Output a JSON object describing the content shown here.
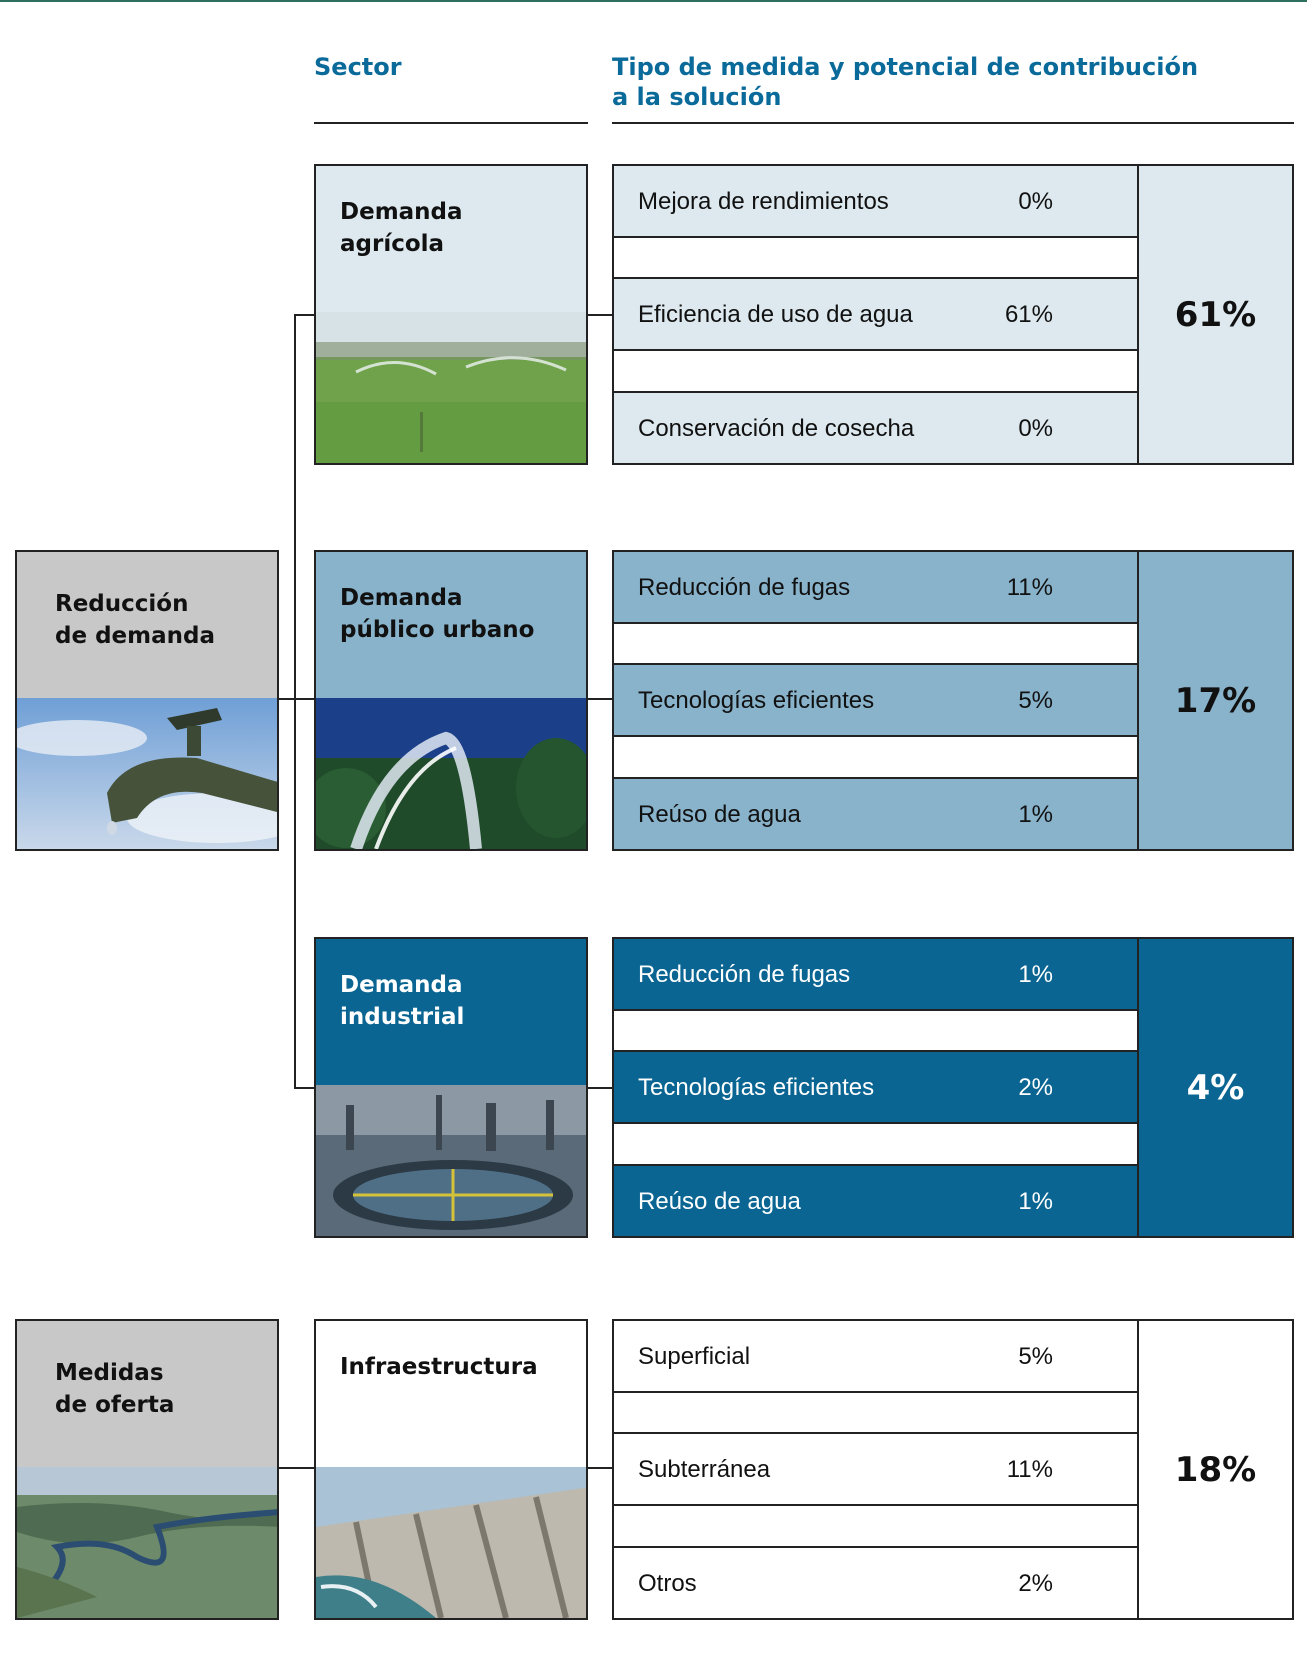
{
  "headers": {
    "sector": "Sector",
    "measure_line1": "Tipo de medida y potencial de contribución",
    "measure_line2": "a la solución"
  },
  "categories": {
    "reduccion": "Reducción\nde demanda",
    "oferta": "Medidas\nde oferta"
  },
  "sectors": [
    {
      "label": "Demanda\nagrícola",
      "total": "61%",
      "items": [
        {
          "name": "Mejora de rendimientos",
          "pct": "0%"
        },
        {
          "name": "Eficiencia de uso de agua",
          "pct": "61%"
        },
        {
          "name": "Conservación de cosecha",
          "pct": "0%"
        }
      ]
    },
    {
      "label": "Demanda\npúblico urbano",
      "total": "17%",
      "items": [
        {
          "name": "Reducción de fugas",
          "pct": "11%"
        },
        {
          "name": "Tecnologías eficientes",
          "pct": "5%"
        },
        {
          "name": "Reúso de agua",
          "pct": "1%"
        }
      ]
    },
    {
      "label": "Demanda\nindustrial",
      "total": "4%",
      "items": [
        {
          "name": "Reducción de fugas",
          "pct": "1%"
        },
        {
          "name": "Tecnologías eficientes",
          "pct": "2%"
        },
        {
          "name": "Reúso de agua",
          "pct": "1%"
        }
      ]
    },
    {
      "label": "Infraestructura",
      "total": "18%",
      "items": [
        {
          "name": "Superficial",
          "pct": "5%"
        },
        {
          "name": "Subterránea",
          "pct": "11%"
        },
        {
          "name": "Otros",
          "pct": "2%"
        }
      ]
    }
  ],
  "colors": {
    "header_blue": "#0a6a9a",
    "agricola": "#dde9ef",
    "urbano": "#88b3cb",
    "industrial": "#0a6592",
    "category_gray": "#c8c8c8"
  }
}
